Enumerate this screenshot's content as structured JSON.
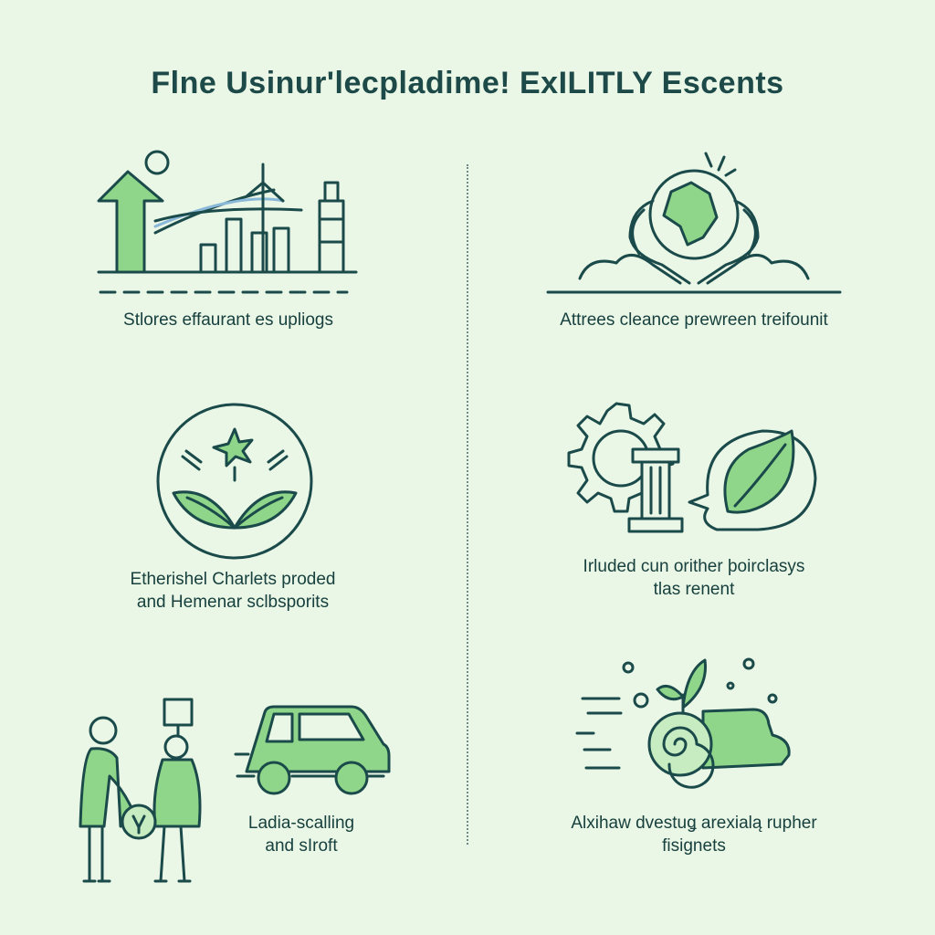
{
  "title": "Flne Usinur'lecpladime! ExILITLY Escents",
  "colors": {
    "background": "#eaf7e6",
    "stroke": "#1b4a4a",
    "fill_green": "#8fd68a",
    "fill_light": "#c8ecc2"
  },
  "panels": [
    {
      "icon": "growth-arrow-and-bars-icon",
      "caption_lines": [
        "Stlores effaurant es upliogs"
      ]
    },
    {
      "icon": "hands-holding-globe-icon",
      "caption_lines": [
        "Attrees cleance prewreen treifounit"
      ]
    },
    {
      "icon": "leaves-star-circle-icon",
      "caption_lines": [
        "Etherishel Charlets proded",
        "and Hemenar sclbsporits"
      ]
    },
    {
      "icon": "gear-pillar-leaf-bubble-icon",
      "caption_lines": [
        "Irluded cun orither þoirclasys",
        "tlas renent"
      ]
    },
    {
      "icon": "people-and-car-icon",
      "caption_lines": [
        "Ladia-scalling",
        "and sIroft"
      ]
    },
    {
      "icon": "sprout-vehicle-icon",
      "caption_lines": [
        "Alxihaw dvestuǥ arexialą rupher",
        "fisignets"
      ]
    }
  ]
}
